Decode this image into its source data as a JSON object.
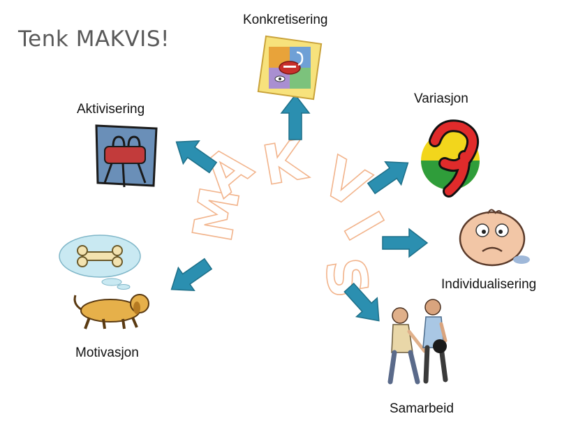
{
  "title": "Tenk MAKVIS!",
  "center_letters": [
    "M",
    "A",
    "K",
    "V",
    "I",
    "S"
  ],
  "nodes": {
    "konkretisering": "Konkretisering",
    "aktivisering": "Aktivisering",
    "variasjon": "Variasjon",
    "individualisering": "Individualisering",
    "motivasjon": "Motivasjon",
    "samarbeid": "Samarbeid"
  },
  "colors": {
    "arrow": "#2b8fb0",
    "letter_outline": "#f2b48c",
    "title": "#595959"
  }
}
